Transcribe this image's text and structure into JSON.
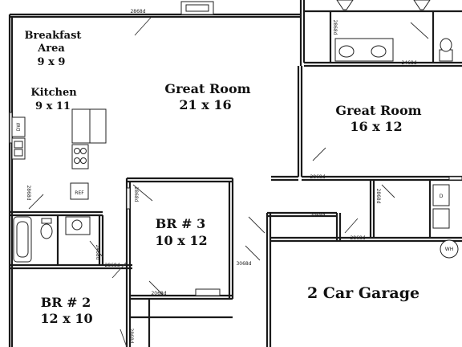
{
  "rooms": {
    "breakfast": {
      "line1": "Breakfast",
      "line2": "Area",
      "dims": "9 x 9"
    },
    "kitchen": {
      "name": "Kitchen",
      "dims": "9 x 11"
    },
    "great_room_main": {
      "name": "Great Room",
      "dims": "21 x 16"
    },
    "great_room_right": {
      "name": "Great Room",
      "dims": "16 x 12"
    },
    "br3": {
      "name": "BR # 3",
      "dims": "10 x 12"
    },
    "br2": {
      "name": "BR # 2",
      "dims": "12 x 10"
    },
    "garage": {
      "name": "2 Car Garage"
    }
  },
  "door_labels": {
    "top": "2868d",
    "bath_right": "2468d",
    "gr_right_bottom": "2868d",
    "kitchen_pantry": "2868d",
    "bath_side": "2468d",
    "br2_top": "2868d",
    "br3_left": "2868d",
    "br3_bottom": "2068d",
    "br3_right": "3068d",
    "closet_mid": "2068d",
    "garage_top": "2868d",
    "laundry": "2868d",
    "top_right_bath": "2868d",
    "br2_bottom": "2868d"
  },
  "fixtures": {
    "dishwasher": "DW",
    "refrigerator": "REF",
    "water_heater": "WH",
    "dryer": "D"
  }
}
